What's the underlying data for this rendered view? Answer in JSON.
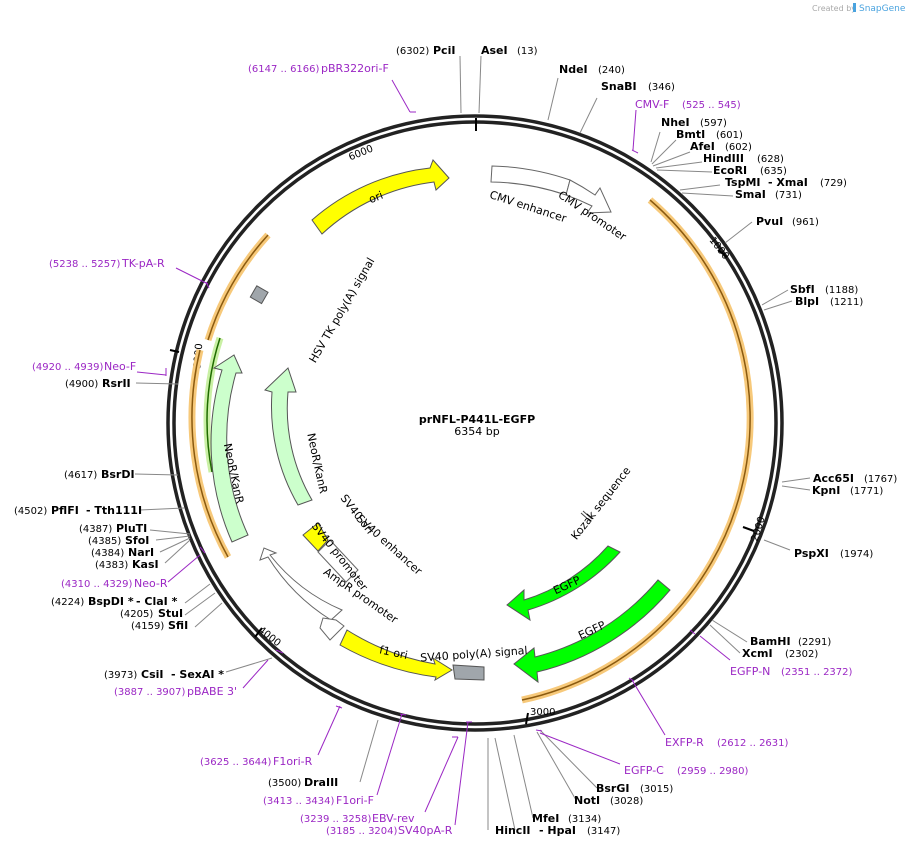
{
  "credit": {
    "text": "Created by",
    "brand": "SnapGene"
  },
  "plasmid": {
    "name": "prNFL-P441L-EGFP",
    "length": "6354 bp"
  },
  "colors": {
    "primer": "#9b27c4",
    "yellow": "#ffff00",
    "green": "#00ff00",
    "lightgreen": "#ccffcc",
    "orange": "#f5a623",
    "gray": "#a0a6ab"
  },
  "ticks": [
    "6000",
    "1000",
    "2000",
    "3000",
    "4000",
    "5000"
  ],
  "enzymes": [
    {
      "name": "PciI",
      "pos": "(6302)"
    },
    {
      "name": "AseI",
      "pos": "(13)"
    },
    {
      "name": "NdeI",
      "pos": "(240)"
    },
    {
      "name": "SnaBI",
      "pos": "(346)"
    },
    {
      "name": "NheI",
      "pos": "(597)"
    },
    {
      "name": "BmtI",
      "pos": "(601)"
    },
    {
      "name": "AfeI",
      "pos": "(602)"
    },
    {
      "name": "HindIII",
      "pos": "(628)"
    },
    {
      "name": "EcoRI",
      "pos": "(635)"
    },
    {
      "name": "TspMI",
      "pos": "- XmaI"
    },
    {
      "name": "(729)",
      "pos": ""
    },
    {
      "name": "SmaI",
      "pos": "(731)"
    },
    {
      "name": "PvuI",
      "pos": "(961)"
    },
    {
      "name": "SbfI",
      "pos": "(1188)"
    },
    {
      "name": "BlpI",
      "pos": "(1211)"
    },
    {
      "name": "Acc65I",
      "pos": "(1767)"
    },
    {
      "name": "KpnI",
      "pos": "(1771)"
    },
    {
      "name": "PspXI",
      "pos": "(1974)"
    },
    {
      "name": "BamHI",
      "pos": "(2291)"
    },
    {
      "name": "XcmI",
      "pos": "(2302)"
    },
    {
      "name": "BsrGI",
      "pos": "(3015)"
    },
    {
      "name": "NotI",
      "pos": "(3028)"
    },
    {
      "name": "MfeI",
      "pos": "(3134)"
    },
    {
      "name": "HincII",
      "pos": "- HpaI"
    },
    {
      "name": "(3147)",
      "pos": ""
    },
    {
      "name": "DraIII",
      "pos": "(3500)"
    },
    {
      "name": "CsiI",
      "pos": "- SexAI *"
    },
    {
      "name": "(3973)",
      "pos": ""
    },
    {
      "name": "SfiI",
      "pos": "(4159)"
    },
    {
      "name": "StuI",
      "pos": "(4205)"
    },
    {
      "name": "BspDI *",
      "pos": "- ClaI *"
    },
    {
      "name": "(4224)",
      "pos": ""
    },
    {
      "name": "KasI",
      "pos": "(4383)"
    },
    {
      "name": "NarI",
      "pos": "(4384)"
    },
    {
      "name": "SfoI",
      "pos": "(4385)"
    },
    {
      "name": "PluTI",
      "pos": "(4387)"
    },
    {
      "name": "PflFI",
      "pos": "- Tth111I"
    },
    {
      "name": "(4502)",
      "pos": ""
    },
    {
      "name": "BsrDI",
      "pos": "(4617)"
    },
    {
      "name": "RsrII",
      "pos": "(4900)"
    }
  ],
  "primers": [
    {
      "name": "pBR322ori-F",
      "pos": "(6147 .. 6166)"
    },
    {
      "name": "CMV-F",
      "pos": "(525 .. 545)"
    },
    {
      "name": "TK-pA-R",
      "pos": "(5238 .. 5257)"
    },
    {
      "name": "Neo-F",
      "pos": "(4920 .. 4939)"
    },
    {
      "name": "Neo-R",
      "pos": "(4310 .. 4329)"
    },
    {
      "name": "pBABE 3'",
      "pos": "(3887 .. 3907)"
    },
    {
      "name": "F1ori-R",
      "pos": "(3625 .. 3644)"
    },
    {
      "name": "F1ori-F",
      "pos": "(3413 .. 3434)"
    },
    {
      "name": "EBV-rev",
      "pos": "(3239 .. 3258)"
    },
    {
      "name": "SV40pA-R",
      "pos": "(3185 .. 3204)"
    },
    {
      "name": "EGFP-N",
      "pos": "(2351 .. 2372)"
    },
    {
      "name": "EXFP-R",
      "pos": "(2612 .. 2631)"
    },
    {
      "name": "EGFP-C",
      "pos": "(2959 .. 2980)"
    }
  ],
  "features": [
    {
      "name": "ori"
    },
    {
      "name": "CMV enhancer"
    },
    {
      "name": "CMV promoter"
    },
    {
      "name": "HSV TK poly(A) signal"
    },
    {
      "name": "NeoR/KanR"
    },
    {
      "name": "NeoR/KanR"
    },
    {
      "name": "SV40 ori"
    },
    {
      "name": "SV40 enhancer"
    },
    {
      "name": "SV40 promoter"
    },
    {
      "name": "AmpR promoter"
    },
    {
      "name": "f1 ori"
    },
    {
      "name": "SV40 poly(A) signal"
    },
    {
      "name": "EGFP"
    },
    {
      "name": "EGFP"
    },
    {
      "name": "Kozak sequence"
    }
  ]
}
